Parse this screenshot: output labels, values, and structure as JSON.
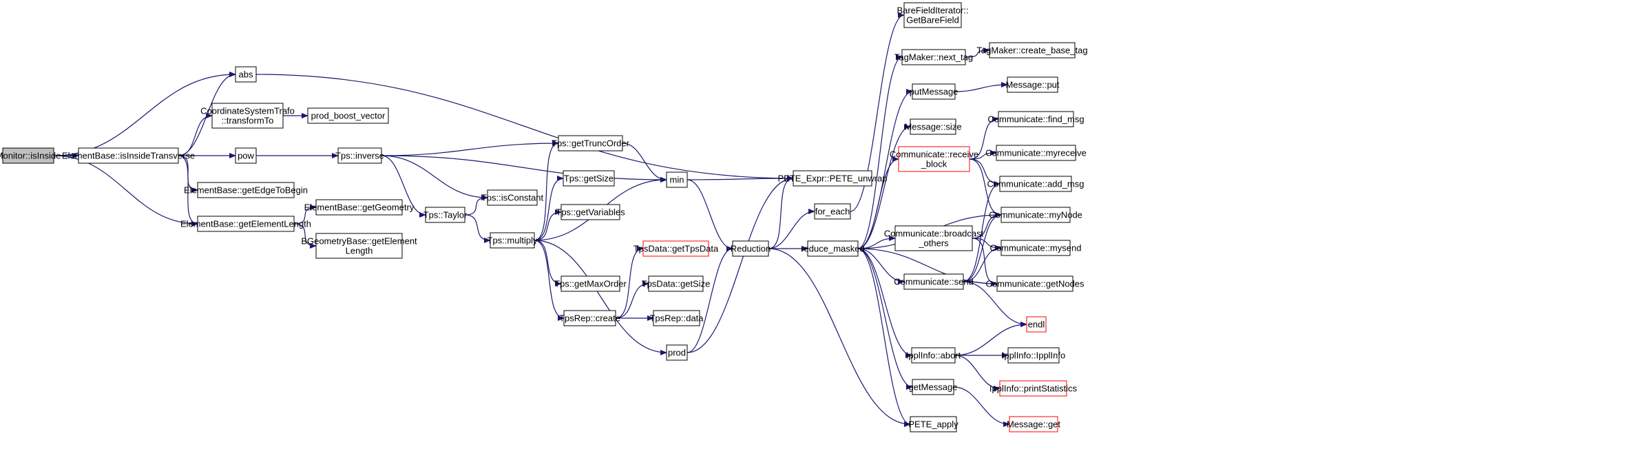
{
  "colors": {
    "edge": "#191970",
    "node_border": "#000000",
    "node_fill": "#ffffff",
    "root_fill": "#bfbfbf",
    "truncated_border": "#ff0000"
  },
  "graph": {
    "nodes": [
      {
        "id": "monitor_isinside",
        "lines": [
          "Monitor::isInside"
        ],
        "style": "root"
      },
      {
        "id": "eb_isinsidetransverse",
        "lines": [
          "ElementBase::isInsideTransverse"
        ],
        "style": "normal"
      },
      {
        "id": "abs",
        "lines": [
          "abs"
        ],
        "style": "normal"
      },
      {
        "id": "cst_transformto",
        "lines": [
          "CoordinateSystemTrafo",
          "::transformTo"
        ],
        "style": "normal"
      },
      {
        "id": "prod_boost_vector",
        "lines": [
          "prod_boost_vector"
        ],
        "style": "normal"
      },
      {
        "id": "pow",
        "lines": [
          "pow"
        ],
        "style": "normal"
      },
      {
        "id": "eb_getedgetobegin",
        "lines": [
          "ElementBase::getEdgeToBegin"
        ],
        "style": "normal"
      },
      {
        "id": "eb_getelementlength",
        "lines": [
          "ElementBase::getElementLength"
        ],
        "style": "normal"
      },
      {
        "id": "eb_getgeometry",
        "lines": [
          "ElementBase::getGeometry"
        ],
        "style": "normal"
      },
      {
        "id": "bgb_getelementlength",
        "lines": [
          "BGeometryBase::getElement",
          "Length"
        ],
        "style": "normal"
      },
      {
        "id": "tps_inverse",
        "lines": [
          "Tps::inverse"
        ],
        "style": "normal"
      },
      {
        "id": "tps_taylor",
        "lines": [
          "Tps::Taylor"
        ],
        "style": "normal"
      },
      {
        "id": "tps_isconstant",
        "lines": [
          "Tps::isConstant"
        ],
        "style": "normal"
      },
      {
        "id": "tps_multiply",
        "lines": [
          "Tps::multiply"
        ],
        "style": "normal"
      },
      {
        "id": "tps_gettruncorder",
        "lines": [
          "Tps::getTruncOrder"
        ],
        "style": "normal"
      },
      {
        "id": "tps_getsize",
        "lines": [
          "Tps::getSize"
        ],
        "style": "normal"
      },
      {
        "id": "tps_getvariables",
        "lines": [
          "Tps::getVariables"
        ],
        "style": "normal"
      },
      {
        "id": "tps_getmaxorder",
        "lines": [
          "Tps::getMaxOrder"
        ],
        "style": "normal"
      },
      {
        "id": "tpsrep_create",
        "lines": [
          "TpsRep::create"
        ],
        "style": "normal"
      },
      {
        "id": "tpsdata_gettpsdata",
        "lines": [
          "TpsData::getTpsData"
        ],
        "style": "truncated"
      },
      {
        "id": "tpsdata_getsize",
        "lines": [
          "TpsData::getSize"
        ],
        "style": "normal"
      },
      {
        "id": "tpsrep_data",
        "lines": [
          "TpsRep::data"
        ],
        "style": "normal"
      },
      {
        "id": "min",
        "lines": [
          "min"
        ],
        "style": "normal"
      },
      {
        "id": "prod",
        "lines": [
          "prod"
        ],
        "style": "normal"
      },
      {
        "id": "reduction",
        "lines": [
          "Reduction"
        ],
        "style": "normal"
      },
      {
        "id": "pete_unwrap",
        "lines": [
          "PETE_Expr::PETE_unwrap"
        ],
        "style": "normal"
      },
      {
        "id": "for_each",
        "lines": [
          "for_each"
        ],
        "style": "normal"
      },
      {
        "id": "reduce_masked",
        "lines": [
          "reduce_masked"
        ],
        "style": "normal"
      },
      {
        "id": "barefielditerator",
        "lines": [
          "BareFieldIterator::",
          "GetBareField"
        ],
        "style": "normal"
      },
      {
        "id": "tagmaker_next_tag",
        "lines": [
          "TagMaker::next_tag"
        ],
        "style": "normal"
      },
      {
        "id": "tagmaker_create_base_tag",
        "lines": [
          "TagMaker::create_base_tag"
        ],
        "style": "normal"
      },
      {
        "id": "putmessage",
        "lines": [
          "putMessage"
        ],
        "style": "normal"
      },
      {
        "id": "message_put",
        "lines": [
          "Message::put"
        ],
        "style": "normal"
      },
      {
        "id": "message_size",
        "lines": [
          "Message::size"
        ],
        "style": "normal"
      },
      {
        "id": "comm_receive_block",
        "lines": [
          "Communicate::receive",
          "_block"
        ],
        "style": "truncated"
      },
      {
        "id": "comm_find_msg",
        "lines": [
          "Communicate::find_msg"
        ],
        "style": "normal"
      },
      {
        "id": "comm_myreceive",
        "lines": [
          "Communicate::myreceive"
        ],
        "style": "normal"
      },
      {
        "id": "comm_add_msg",
        "lines": [
          "Communicate::add_msg"
        ],
        "style": "normal"
      },
      {
        "id": "comm_mynode",
        "lines": [
          "Communicate::myNode"
        ],
        "style": "normal"
      },
      {
        "id": "comm_broadcast_others",
        "lines": [
          "Communicate::broadcast",
          "_others"
        ],
        "style": "normal"
      },
      {
        "id": "comm_mysend",
        "lines": [
          "Communicate::mysend"
        ],
        "style": "normal"
      },
      {
        "id": "comm_send",
        "lines": [
          "Communicate::send"
        ],
        "style": "normal"
      },
      {
        "id": "comm_getnodes",
        "lines": [
          "Communicate::getNodes"
        ],
        "style": "normal"
      },
      {
        "id": "endl",
        "lines": [
          "endl"
        ],
        "style": "truncated"
      },
      {
        "id": "ipplinfo_abort",
        "lines": [
          "IpplInfo::abort"
        ],
        "style": "normal"
      },
      {
        "id": "ipplinfo_ipplinfo",
        "lines": [
          "IpplInfo::IpplInfo"
        ],
        "style": "normal"
      },
      {
        "id": "ipplinfo_printstatistics",
        "lines": [
          "IpplInfo::printStatistics"
        ],
        "style": "truncated"
      },
      {
        "id": "getmessage",
        "lines": [
          "getMessage"
        ],
        "style": "normal"
      },
      {
        "id": "message_get",
        "lines": [
          "Message::get"
        ],
        "style": "truncated"
      },
      {
        "id": "pete_apply",
        "lines": [
          "PETE_apply"
        ],
        "style": "normal"
      }
    ],
    "edges": [
      [
        "monitor_isinside",
        "eb_isinsidetransverse"
      ],
      [
        "monitor_isinside",
        "abs"
      ],
      [
        "monitor_isinside",
        "eb_getelementlength"
      ],
      [
        "eb_isinsidetransverse",
        "abs"
      ],
      [
        "eb_isinsidetransverse",
        "cst_transformto"
      ],
      [
        "eb_isinsidetransverse",
        "pow"
      ],
      [
        "eb_isinsidetransverse",
        "eb_getedgetobegin"
      ],
      [
        "eb_isinsidetransverse",
        "eb_getelementlength"
      ],
      [
        "abs",
        "pete_unwrap"
      ],
      [
        "cst_transformto",
        "prod_boost_vector"
      ],
      [
        "pow",
        "tps_inverse"
      ],
      [
        "eb_getelementlength",
        "eb_getgeometry"
      ],
      [
        "eb_getelementlength",
        "bgb_getelementlength"
      ],
      [
        "tps_inverse",
        "tps_gettruncorder"
      ],
      [
        "tps_inverse",
        "min"
      ],
      [
        "tps_inverse",
        "tps_isconstant"
      ],
      [
        "tps_inverse",
        "tps_taylor"
      ],
      [
        "tps_taylor",
        "tps_isconstant"
      ],
      [
        "tps_taylor",
        "tps_multiply"
      ],
      [
        "tps_multiply",
        "tps_gettruncorder"
      ],
      [
        "tps_multiply",
        "tps_getsize"
      ],
      [
        "tps_multiply",
        "tps_getvariables"
      ],
      [
        "tps_multiply",
        "min"
      ],
      [
        "tps_multiply",
        "tps_getmaxorder"
      ],
      [
        "tps_multiply",
        "tpsrep_create"
      ],
      [
        "tps_multiply",
        "prod"
      ],
      [
        "tps_gettruncorder",
        "min"
      ],
      [
        "tpsrep_create",
        "tpsdata_gettpsdata"
      ],
      [
        "tpsrep_create",
        "tpsdata_getsize"
      ],
      [
        "tpsrep_create",
        "tpsrep_data"
      ],
      [
        "min",
        "pete_unwrap"
      ],
      [
        "min",
        "reduction"
      ],
      [
        "prod",
        "pete_unwrap"
      ],
      [
        "prod",
        "reduction"
      ],
      [
        "reduction",
        "pete_unwrap"
      ],
      [
        "reduction",
        "for_each"
      ],
      [
        "reduction",
        "reduce_masked"
      ],
      [
        "reduction",
        "pete_apply"
      ],
      [
        "for_each",
        "barefielditerator"
      ],
      [
        "reduce_masked",
        "tagmaker_next_tag"
      ],
      [
        "reduce_masked",
        "putmessage"
      ],
      [
        "reduce_masked",
        "message_size"
      ],
      [
        "reduce_masked",
        "comm_receive_block"
      ],
      [
        "reduce_masked",
        "comm_mynode"
      ],
      [
        "reduce_masked",
        "comm_broadcast_others"
      ],
      [
        "reduce_masked",
        "comm_send"
      ],
      [
        "reduce_masked",
        "comm_getnodes"
      ],
      [
        "reduce_masked",
        "ipplinfo_abort"
      ],
      [
        "reduce_masked",
        "getmessage"
      ],
      [
        "reduce_masked",
        "pete_apply"
      ],
      [
        "tagmaker_next_tag",
        "tagmaker_create_base_tag"
      ],
      [
        "putmessage",
        "message_put"
      ],
      [
        "comm_receive_block",
        "comm_find_msg"
      ],
      [
        "comm_receive_block",
        "comm_myreceive"
      ],
      [
        "comm_receive_block",
        "comm_add_msg"
      ],
      [
        "comm_receive_block",
        "comm_mynode"
      ],
      [
        "comm_broadcast_others",
        "comm_mynode"
      ],
      [
        "comm_broadcast_others",
        "comm_mysend"
      ],
      [
        "comm_broadcast_others",
        "comm_getnodes"
      ],
      [
        "comm_send",
        "comm_add_msg"
      ],
      [
        "comm_send",
        "comm_mynode"
      ],
      [
        "comm_send",
        "comm_mysend"
      ],
      [
        "comm_send",
        "comm_getnodes"
      ],
      [
        "comm_send",
        "endl"
      ],
      [
        "ipplinfo_abort",
        "endl"
      ],
      [
        "ipplinfo_abort",
        "ipplinfo_ipplinfo"
      ],
      [
        "ipplinfo_abort",
        "ipplinfo_printstatistics"
      ],
      [
        "getmessage",
        "message_get"
      ]
    ]
  }
}
